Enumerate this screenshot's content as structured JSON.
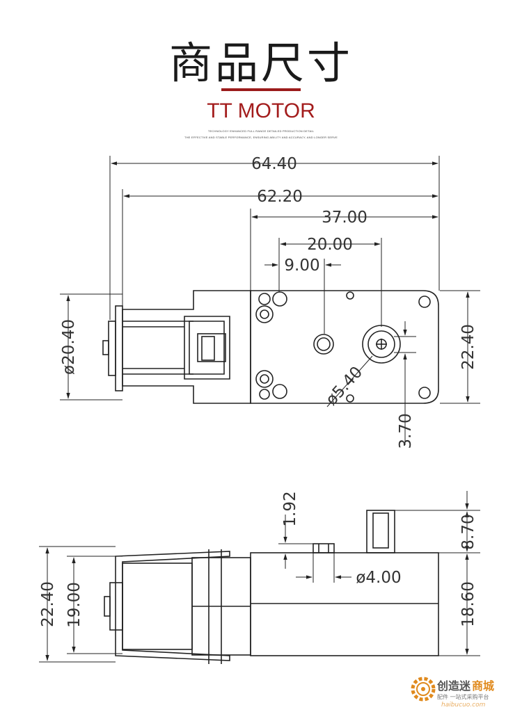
{
  "header": {
    "title": "商品尺寸",
    "subtitle": "TT MOTOR",
    "fine_line_1": "TECHNOLOGY ENHANCED FULL RANGE DETAILED PRODUCTION DETAIL",
    "fine_line_2": "THE EFFECTIVE AND STABLE PERFORMANCE, ENSURING ABILITY AND ACCURACY, AND LONGER SERVE",
    "accent_color": "#9b1b1b"
  },
  "top_view": {
    "dim_overall_length": "64.40",
    "dim_body_length": "62.20",
    "dim_gearbox_length": "37.00",
    "dim_shaft_offset": "20.00",
    "dim_hole_offset": "9.00",
    "dim_motor_diameter": "ø20.40",
    "dim_gearbox_height": "22.40",
    "dim_shaft_diameter": "ø5.40",
    "dim_flat": "3.70"
  },
  "side_view": {
    "dim_boss_height": "1.92",
    "dim_boss_diameter": "ø4.00",
    "dim_shaft_height": "8.70",
    "dim_body_height": "18.60",
    "dim_outer_height": "22.40",
    "dim_motor_height": "19.00"
  },
  "watermark": {
    "brand": "创造迷",
    "brand_suffix": "商城",
    "tagline": "配件 一站式采购平台",
    "url": "haibucuo.com",
    "color": "#e08a1e"
  }
}
